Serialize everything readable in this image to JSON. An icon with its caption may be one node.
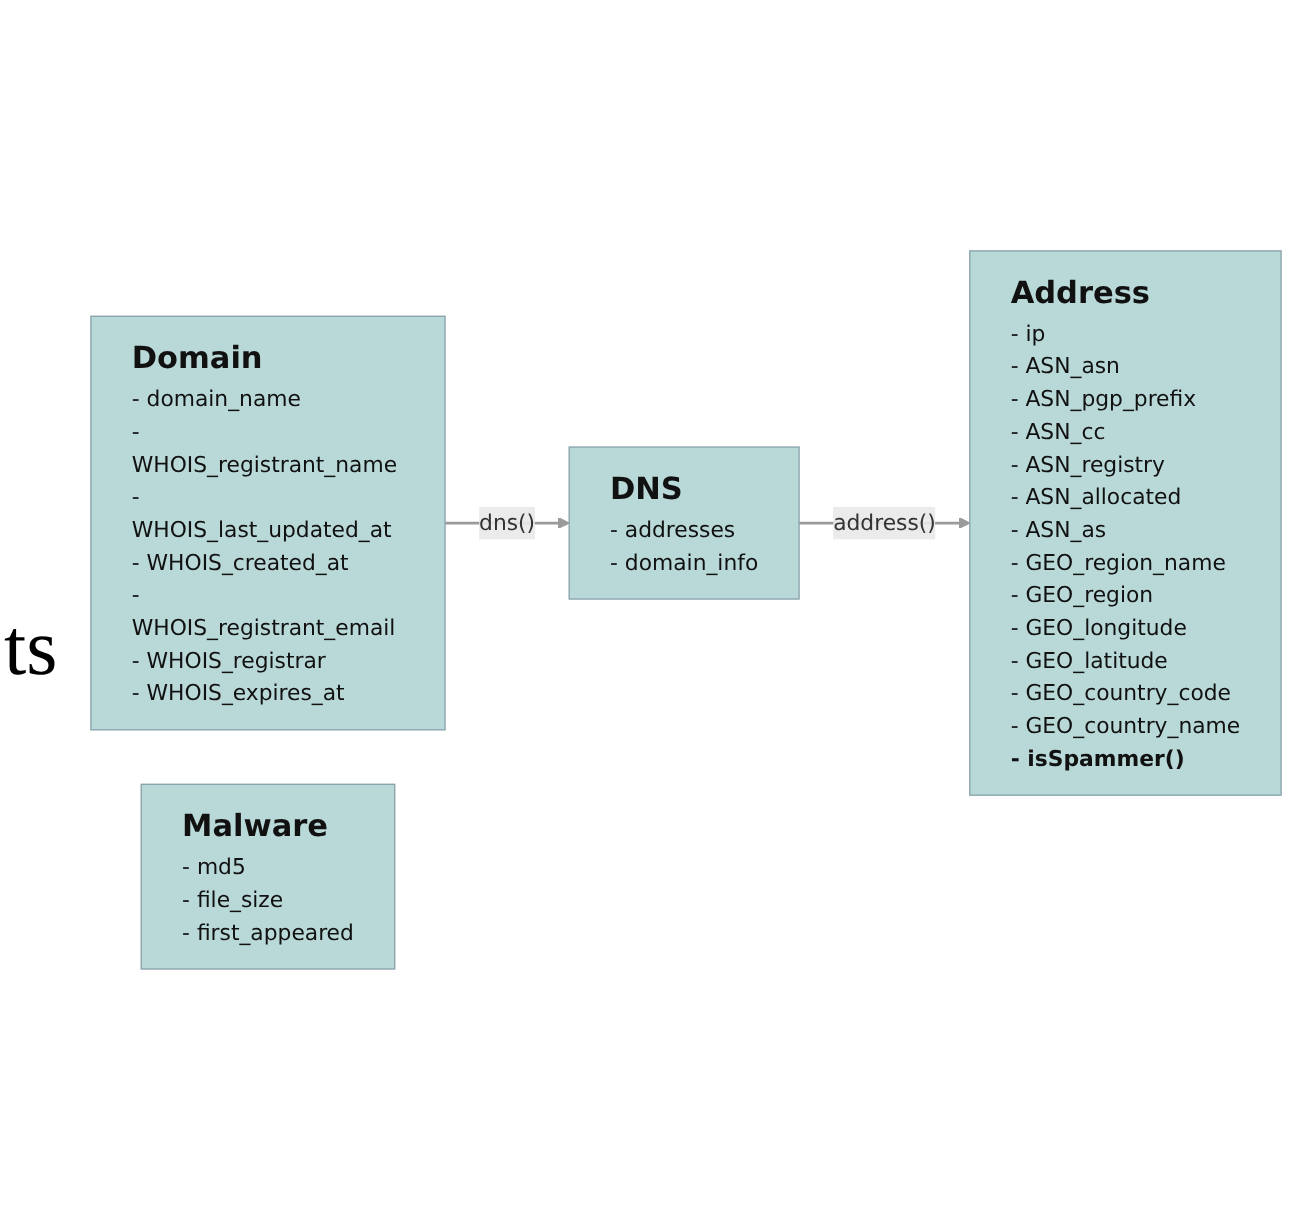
{
  "diagram": {
    "nodes": [
      {
        "text": [
          "Domain",
          "- domain_name",
          "- WHOIS_registrant_name",
          "- WHOIS_last_updated_at",
          "- WHOIS_created_at",
          "- WHOIS_registrant_email",
          "- WHOIS_registrar",
          "- WHOIS_expires_at"
        ]
      },
      {
        "text": [
          "DNS",
          "- addresses",
          "- domain_info"
        ]
      },
      {
        "text": [
          "Address",
          "- ip",
          "- ASN_asn",
          "- ASN_pgp_prefix",
          "- ASN_cc",
          "- ASN_registry",
          "- ASN_allocated",
          "- ASN_as",
          "- GEO_region_name",
          "- GEO_region",
          "- GEO_longitude",
          "- GEO_latitude",
          "- GEO_country_code",
          "- GEO_country_name",
          "**- isSpammer()**"
        ]
      },
      {
        "text": [
          "Malware",
          "- md5",
          "- file_size",
          "- first_appeared"
        ]
      }
    ],
    "edges": [
      {
        "from": 0,
        "to": 1,
        "label": "dns()",
        "arrow": "to"
      },
      {
        "from": 1,
        "to": 2,
        "label": "address()",
        "arrow": "to"
      }
    ],
    "labels": [
      "ts"
    ]
  }
}
